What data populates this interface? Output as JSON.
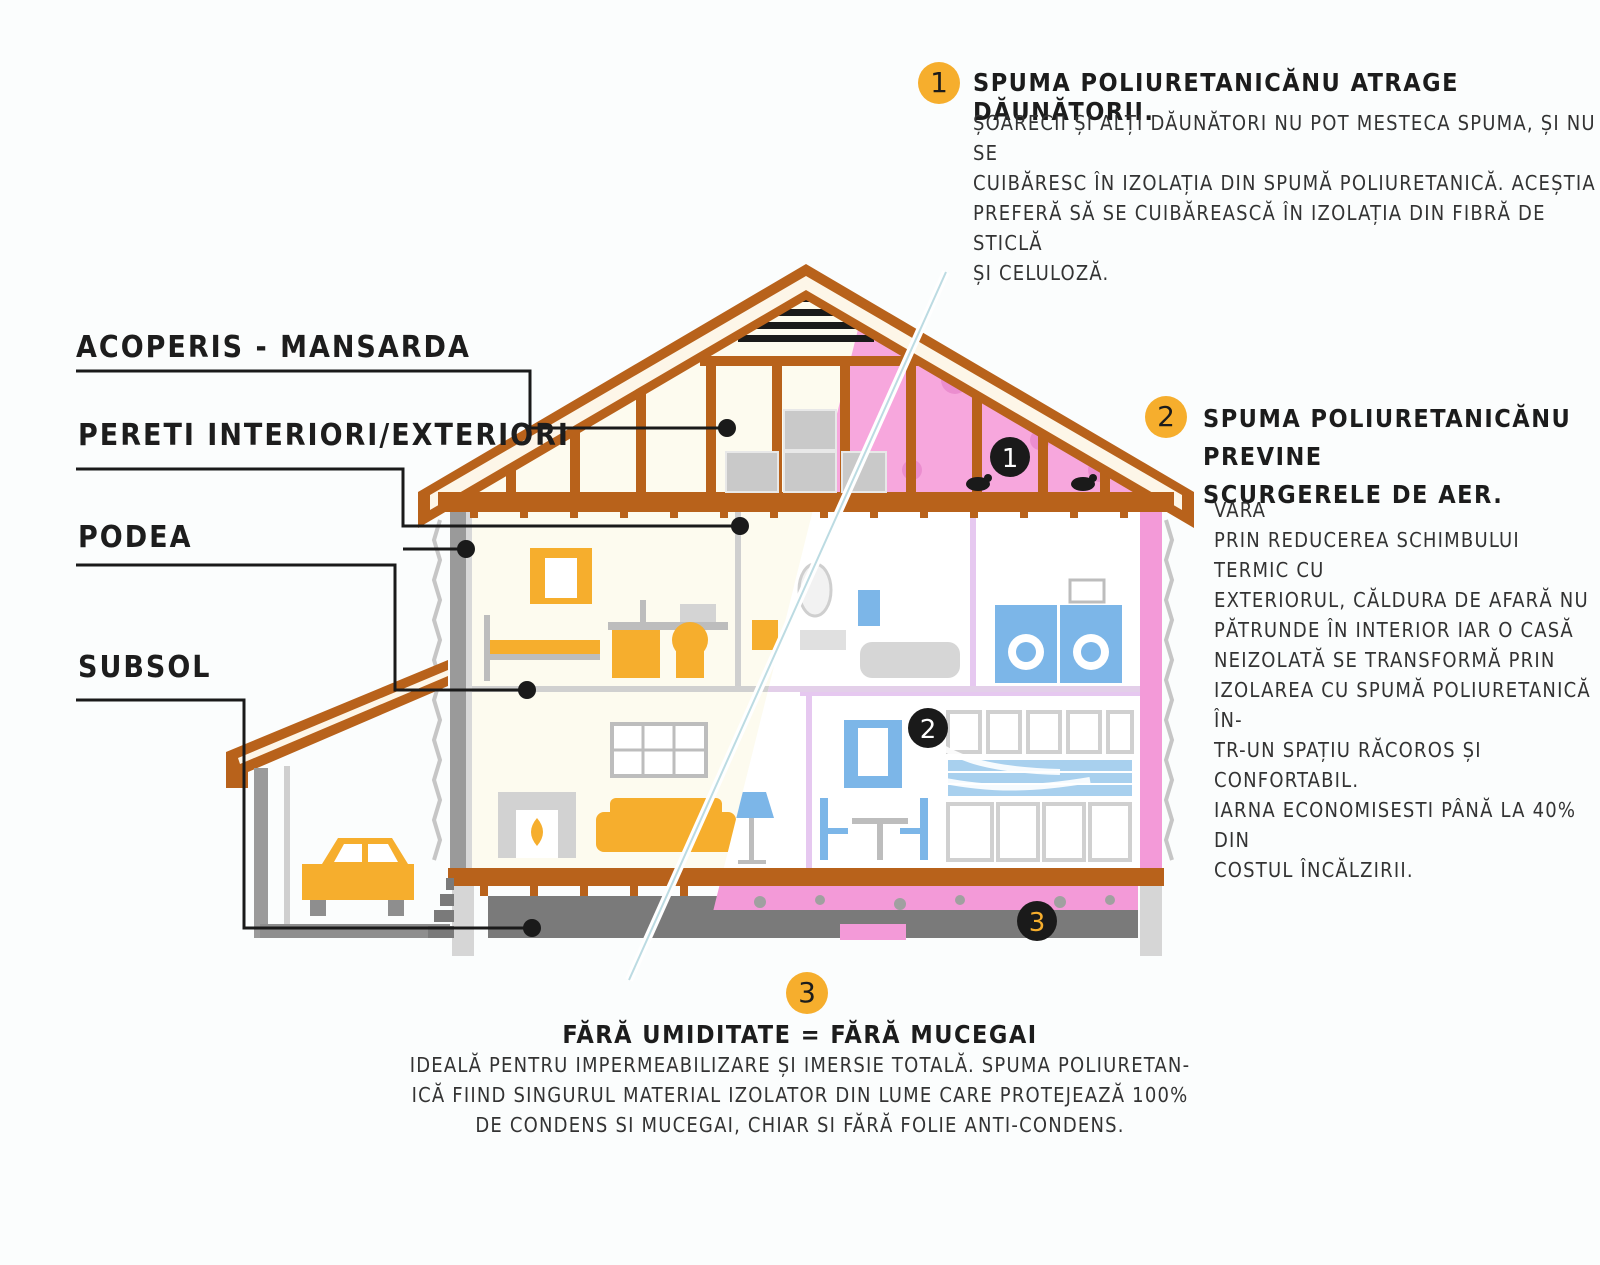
{
  "callouts": [
    {
      "number": "1",
      "title": "SPUMA POLIURETANICĂNU ATRAGE DĂUNĂTORII.",
      "body": [
        "ȘOARECII ȘI ALȚI DĂUNĂTORI NU POT MESTECA SPUMA, ȘI NU SE",
        "CUIBĂRESC ÎN IZOLAȚIA DIN SPUMĂ POLIURETANICĂ. ACEȘTIA",
        "PREFERĂ SĂ SE CUIBĂREASCĂ ÎN IZOLAȚIA DIN FIBRĂ DE STICLĂ",
        "ȘI CELULOZĂ."
      ]
    },
    {
      "number": "2",
      "title_lines": [
        "SPUMA POLIURETANICĂNU PREVINE",
        "SCURGERELE DE AER."
      ],
      "body": [
        "VARA",
        "PRIN REDUCEREA SCHIMBULUI TERMIC CU",
        "EXTERIORUL, CĂLDURA DE AFARĂ NU",
        "PĂTRUNDE ÎN INTERIOR IAR O CASĂ",
        "NEIZOLATĂ SE TRANSFORMĂ PRIN",
        "IZOLAREA CU SPUMĂ POLIURETANICĂ ÎN-",
        "TR-UN SPAȚIU RĂCOROS ȘI CONFORTABIL.",
        "IARNA ECONOMISESTI PÂNĂ LA 40% DIN",
        "COSTUL ÎNCĂLZIRII."
      ]
    },
    {
      "number": "3",
      "title": "FĂRĂ UMIDITATE = FĂRĂ MUCEGAI",
      "body": [
        "IDEALĂ PENTRU IMPERMEABILIZARE ȘI IMERSIE TOTALĂ. SPUMA POLIURETAN-",
        "ICĂ FIIND SINGURUL MATERIAL IZOLATOR DIN LUME CARE PROTEJEAZĂ 100%",
        "DE CONDENS SI MUCEGAI, CHIAR SI FĂRĂ FOLIE ANTI-CONDENS."
      ]
    }
  ],
  "labels": [
    "ACOPERIS - MANSARDA",
    "PERETI INTERIORI/EXTERIORI",
    "PODEA",
    "SUBSOL"
  ],
  "markers": [
    "1",
    "2",
    "3"
  ],
  "colors": {
    "wood": "#b8621b",
    "accent": "#f6ae2d",
    "foam": "#f39ad8",
    "blue": "#7cb6e8",
    "grey": "#c9c9c9",
    "dark": "#1a1a1a"
  }
}
